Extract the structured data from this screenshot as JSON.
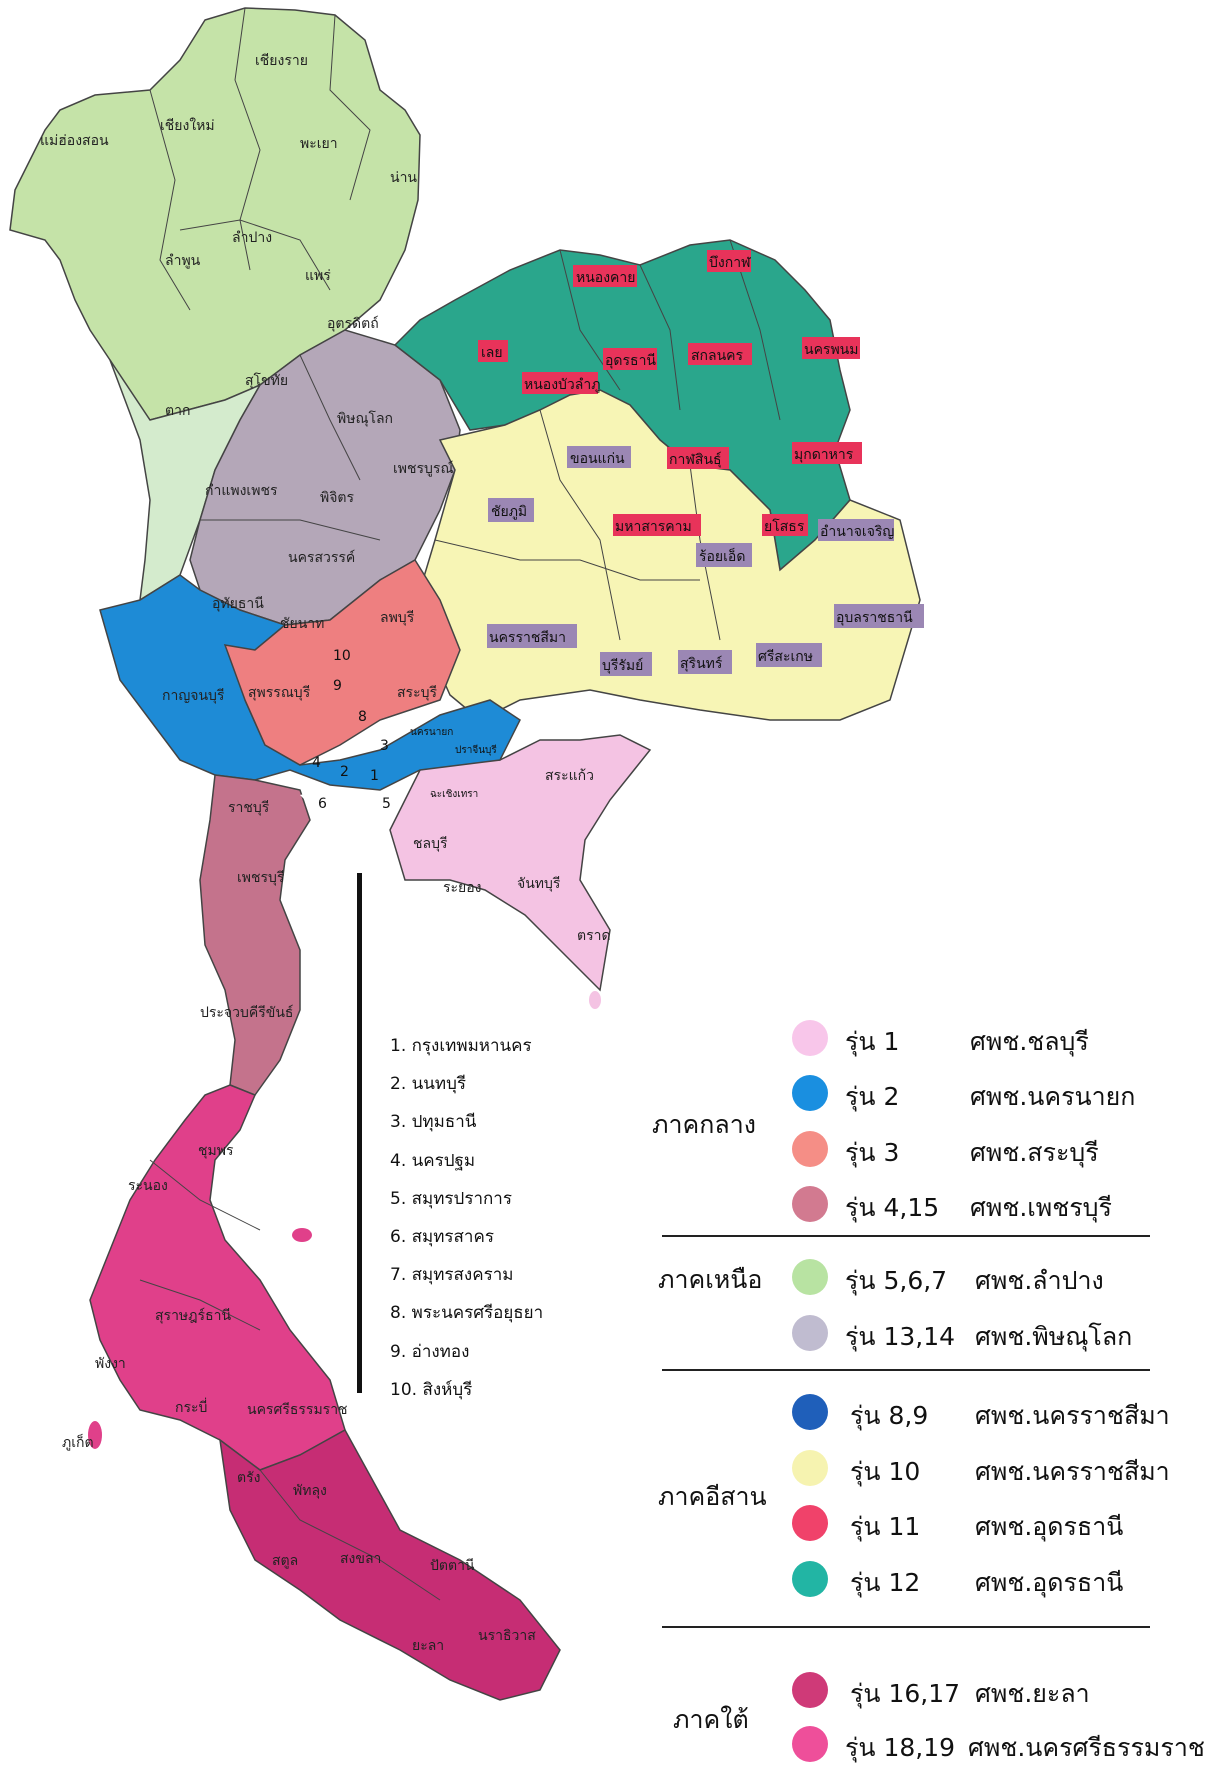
{
  "colors": {
    "north": "#c5e3a8",
    "north_lower": "#d4ebcd",
    "upper_central": "#b4a7b8",
    "northeast_upper": "#2aa68c",
    "northeast_lower": "#f7f5b5",
    "central_blue": "#1e8bd6",
    "central_salmon": "#ee7f80",
    "western_mauve": "#c4738c",
    "east_pink": "#f4c3e3",
    "south_magenta": "#e0408a",
    "south_deep": "#c62d74",
    "label_red": "#e8335a",
    "label_purple": "#9b87b4"
  },
  "provinces": {
    "chiangrai": "เชียงราย",
    "maehongson": "แม่ฮ่องสอน",
    "chiangmai": "เชียงใหม่",
    "phayao": "พะเยา",
    "nan": "น่าน",
    "lamphun": "ลำพูน",
    "lampang": "ลำปาง",
    "phrae": "แพร่",
    "uttaradit": "อุตรดิตถ์",
    "sukhothai": "สุโขทัย",
    "tak": "ตาก",
    "phitsanulok": "พิษณุโลก",
    "kamphaengphet": "กำแพงเพชร",
    "phichit": "พิจิตร",
    "phetchabun": "เพชรบูรณ์",
    "nakhonsawan": "นครสวรรค์",
    "uthaithani": "อุทัยธานี",
    "chainat": "ชัยนาท",
    "lopburi": "ลพบุรี",
    "saraburi": "สระบุรี",
    "kanchanaburi": "กาญจนบุรี",
    "suphanburi": "สุพรรณบุรี",
    "nakhonnayok": "นครนายก",
    "prachinburi": "ปราจีนบุรี",
    "sakaeo": "สระแก้ว",
    "chachoengsao": "ฉะเชิงเทรา",
    "ratchaburi": "ราชบุรี",
    "phetchaburi": "เพชรบุรี",
    "chonburi": "ชลบุรี",
    "rayong": "ระยอง",
    "chanthaburi": "จันทบุรี",
    "trat": "ตราด",
    "prachuap": "ประจวบคีรีขันธ์",
    "chumphon": "ชุมพร",
    "ranong": "ระนอง",
    "suratthani": "สุราษฎร์ธานี",
    "phangnga": "พังงา",
    "krabi": "กระบี่",
    "nakhonsithammarat": "นครศรีธรรมราช",
    "phuket": "ภูเก็ต",
    "trang": "ตรัง",
    "phatthalung": "พัทลุง",
    "satun": "สตูล",
    "songkhla": "สงขลา",
    "pattani": "ปัตตานี",
    "yala": "ยะลา",
    "narathiwat": "นราธิวาส",
    "nongkhai": "หนองคาย",
    "buengkan": "บึงกาฬ",
    "loei": "เลย",
    "nongbualamphu": "หนองบัวลำภู",
    "udonthani": "อุดรธานี",
    "sakonnakhon": "สกลนคร",
    "nakhonphanom": "นครพนม",
    "khonkaen": "ขอนแก่น",
    "kalasin": "กาฬสินธุ์",
    "mukdahan": "มุกดาหาร",
    "chaiyaphum": "ชัยภูมิ",
    "mahasarakham": "มหาสารคาม",
    "yasothon": "ยโสธร",
    "amnatcharoen": "อำนาจเจริญ",
    "roiet": "ร้อยเอ็ด",
    "ubon": "อุบลราชธานี",
    "nakhonratchasima": "นครราชสีมา",
    "buriram": "บุรีรัมย์",
    "surin": "สุรินทร์",
    "sisaket": "ศรีสะเกษ"
  },
  "map_numbers": {
    "n1": "1",
    "n2": "2",
    "n3": "3",
    "n4": "4",
    "n5": "5",
    "n6": "6",
    "n8": "8",
    "n9": "9",
    "n10": "10"
  },
  "bangkok_list": [
    "1. กรุงเทพมหานคร",
    "2. นนทบุรี",
    "3. ปทุมธานี",
    "4. นครปฐม",
    "5. สมุทรปราการ",
    "6. สมุทรสาคร",
    "7. สมุทรสงคราม",
    "8. พระนครศรีอยุธยา",
    "9. อ่างทอง",
    "10. สิงห์บุรี"
  ],
  "legend": {
    "central": {
      "region": "ภาคกลาง",
      "rows": [
        {
          "color": "#f8c6ea",
          "gen": "รุ่น 1",
          "center": "ศพช.ชลบุรี"
        },
        {
          "color": "#1a8fe0",
          "gen": "รุ่น 2",
          "center": "ศพช.นครนายก"
        },
        {
          "color": "#f58e86",
          "gen": "รุ่น 3",
          "center": "ศพช.สระบุรี"
        },
        {
          "color": "#d27a90",
          "gen": "รุ่น 4,15",
          "center": "ศพช.เพชรบุรี"
        }
      ]
    },
    "north": {
      "region": "ภาคเหนือ",
      "rows": [
        {
          "color": "#b8e3a2",
          "gen": "รุ่น 5,6,7",
          "center": "ศพช.ลำปาง"
        },
        {
          "color": "#c0bcd0",
          "gen": "รุ่น 13,14",
          "center": "ศพช.พิษณุโลก"
        }
      ]
    },
    "northeast": {
      "region": "ภาคอีสาน",
      "rows": [
        {
          "color": "#1f5fba",
          "gen": "รุ่น 8,9",
          "center": "ศพช.นครราชสีมา"
        },
        {
          "color": "#f6f3b0",
          "gen": "รุ่น 10",
          "center": "ศพช.นครราชสีมา"
        },
        {
          "color": "#f0426a",
          "gen": "รุ่น 11",
          "center": "ศพช.อุดรธานี"
        },
        {
          "color": "#22b5a4",
          "gen": "รุ่น 12",
          "center": "ศพช.อุดรธานี"
        }
      ]
    },
    "south": {
      "region": "ภาคใต้",
      "rows": [
        {
          "color": "#cf3a78",
          "gen": "รุ่น 16,17",
          "center": "ศพช.ยะลา"
        },
        {
          "color": "#ee4f9a",
          "gen": "รุ่น 18,19",
          "center": "ศพช.นครศรีธรรมราช"
        }
      ]
    }
  }
}
